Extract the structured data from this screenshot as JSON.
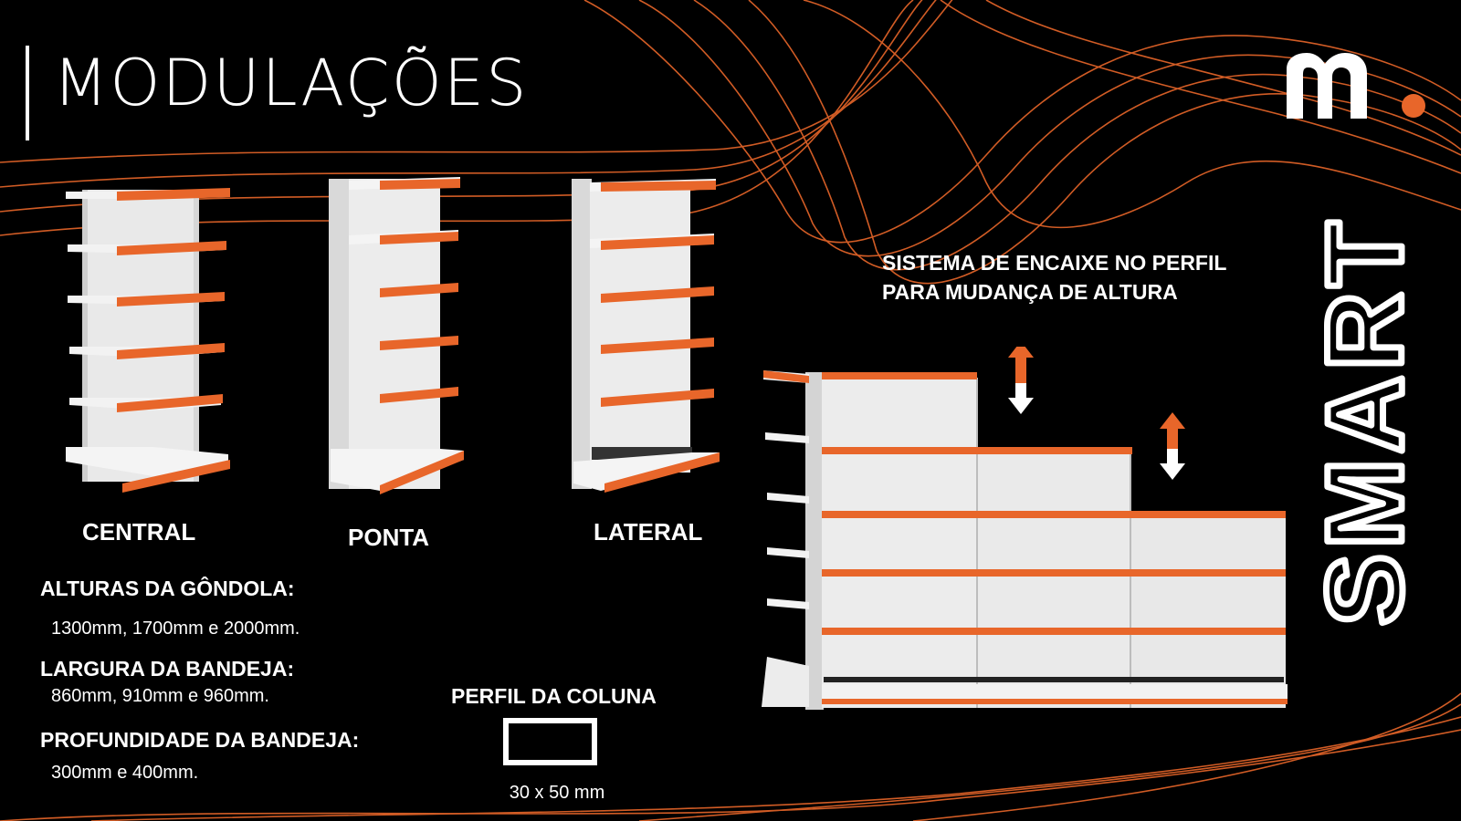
{
  "title": "MODULAÇÕES",
  "brand": {
    "logo_letter": "m",
    "logo_dot_color": "#E8662A",
    "vertical_word": "SMART"
  },
  "accent_color": "#E8662A",
  "shelf_types": [
    {
      "label": "CENTRAL"
    },
    {
      "label": "PONTA"
    },
    {
      "label": "LATERAL"
    }
  ],
  "annotation": {
    "line1": "SISTEMA DE ENCAIXE NO PERFIL",
    "line2": "PARA MUDANÇA DE ALTURA"
  },
  "specs": [
    {
      "heading": "ALTURAS DA GÔNDOLA:",
      "value": "1300mm, 1700mm e 2000mm."
    },
    {
      "heading": "LARGURA DA BANDEJA:",
      "value": "860mm, 910mm e 960mm."
    },
    {
      "heading": "PROFUNDIDADE DA BANDEJA:",
      "value": "300mm e 400mm."
    }
  ],
  "profile": {
    "heading": "PERFIL DA COLUNA",
    "dimensions": "30 x 50 mm"
  }
}
